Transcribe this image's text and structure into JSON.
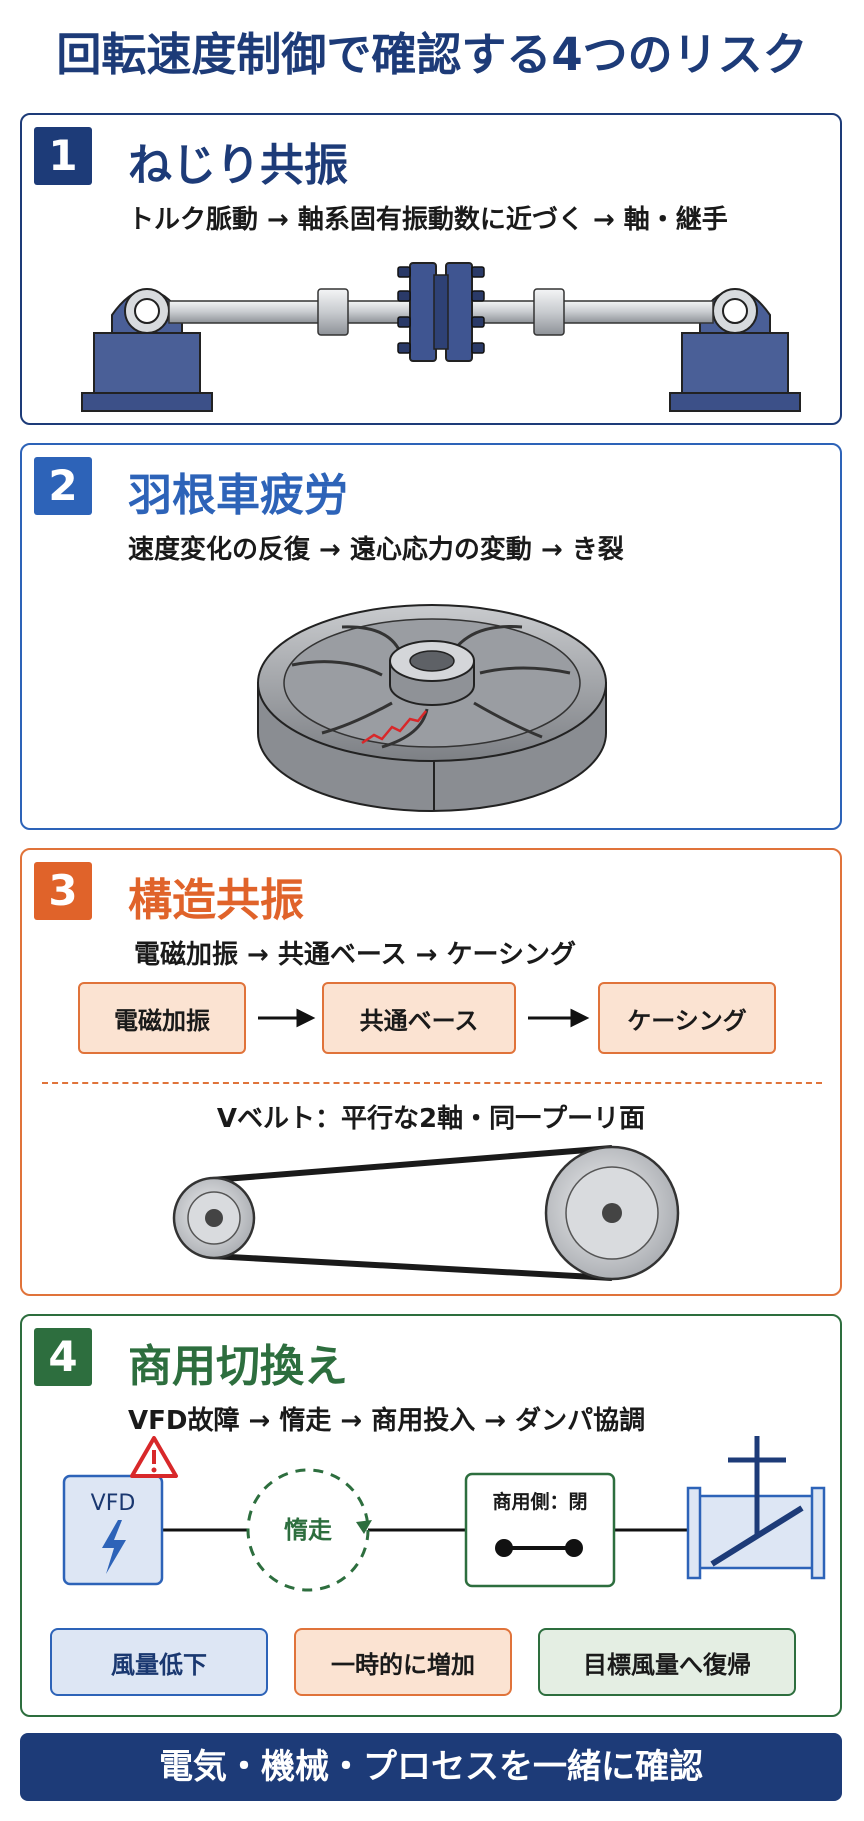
{
  "title": "回転速度制御で確認する4つのリスク",
  "risks": [
    {
      "num": "1",
      "title": "ねじり共振",
      "flow": "トルク脈動 → 軸系固有振動数に近づく → 軸・継手"
    },
    {
      "num": "2",
      "title": "羽根車疲労",
      "flow": "速度変化の反復 → 遠心応力の変動 → き裂"
    },
    {
      "num": "3",
      "title": "構造共振",
      "flow": "電磁加振 → 共通ベース → ケーシング",
      "boxes": [
        "電磁加振",
        "共通ベース",
        "ケーシング"
      ],
      "belt_label": "Vベルト：平行な2軸・同一プーリ面"
    },
    {
      "num": "4",
      "title": "商用切換え",
      "flow": "VFD故障 → 惰走 → 商用投入 → ダンパ協調",
      "vfd_label": "VFD",
      "coast_label": "惰走",
      "switch_label": "商用側：閉",
      "boxes": [
        "風量低下",
        "一時的に増加",
        "目標風量へ復帰"
      ]
    }
  ],
  "footer": "電気・機械・プロセスを一緒に確認",
  "colors": {
    "navy": "#1d3b78",
    "blue": "#2d63b8",
    "orange": "#e0632a",
    "green": "#2d6e3e"
  }
}
